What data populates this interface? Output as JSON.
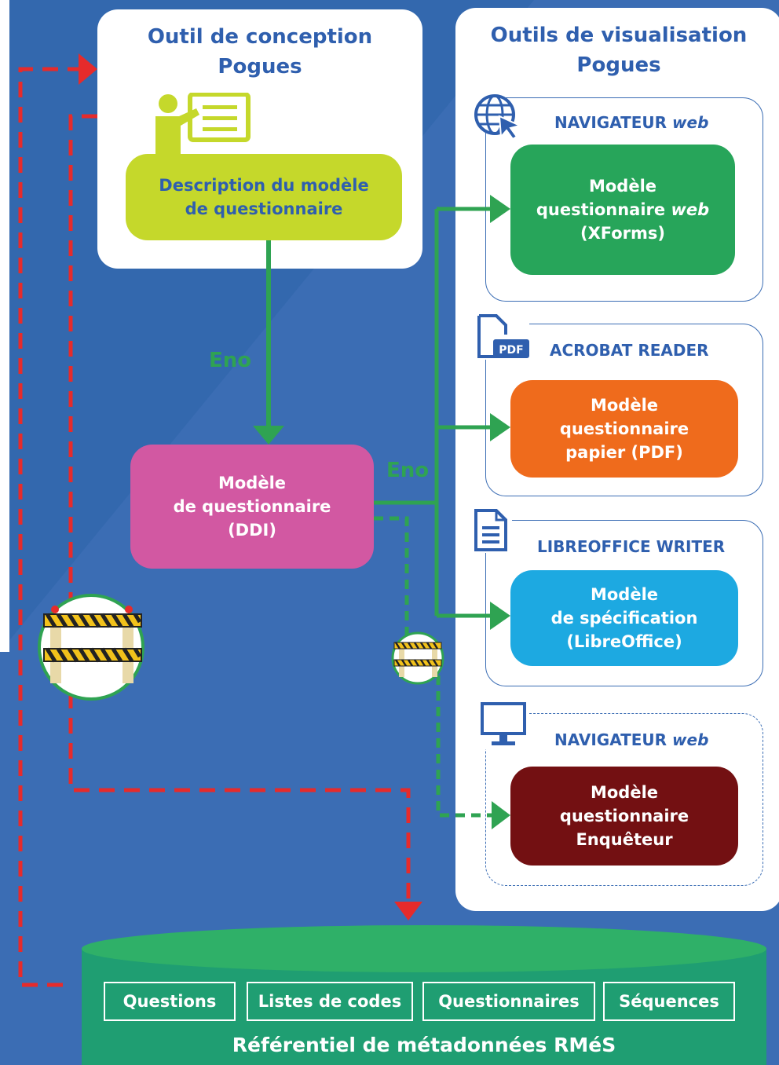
{
  "design_tool": {
    "title_line1": "Outil de conception",
    "title_line2": "Pogues",
    "description_line1": "Description du modèle",
    "description_line2": "de questionnaire"
  },
  "visualization_tools": {
    "title_line1": "Outils de visualisation",
    "title_line2": "Pogues",
    "web_browser": {
      "label": "NAVIGATEUR",
      "label_italic": "web",
      "box_line1": "Modèle",
      "box_line2": "questionnaire",
      "box_line2_italic": "web",
      "box_line3": "(XForms)"
    },
    "acrobat": {
      "label": "ACROBAT READER",
      "icon_text": "PDF",
      "box_line1": "Modèle",
      "box_line2": "questionnaire",
      "box_line3": "papier (PDF)"
    },
    "libreoffice": {
      "label": "LIBREOFFICE WRITER",
      "box_line1": "Modèle",
      "box_line2": "de spécification",
      "box_line3": "(LibreOffice)"
    },
    "interviewer": {
      "label": "NAVIGATEUR",
      "label_italic": "web",
      "box_line1": "Modèle",
      "box_line2": "questionnaire",
      "box_line3": "Enquêteur"
    }
  },
  "ddi_model": {
    "line1": "Modèle",
    "line2": "de questionnaire",
    "line3": "(DDI)"
  },
  "arrows": {
    "eno_label_1": "Eno",
    "eno_label_2": "Eno"
  },
  "repository": {
    "items": [
      "Questions",
      "Listes de codes",
      "Questionnaires",
      "Séquences"
    ],
    "title": "Référentiel de métadonnées RMéS"
  },
  "colors": {
    "background": "#3b6db4",
    "panel_title": "#2f5fae",
    "description_box": "#c5d82b",
    "ddi_box": "#d258a2",
    "xforms_box": "#27a55a",
    "pdf_box": "#ef6b1c",
    "libreoffice_box": "#1da9e1",
    "interviewer_box": "#731012",
    "arrow_green": "#2fa352",
    "arrow_red": "#e62b2b",
    "repository": "#1f9e72"
  }
}
